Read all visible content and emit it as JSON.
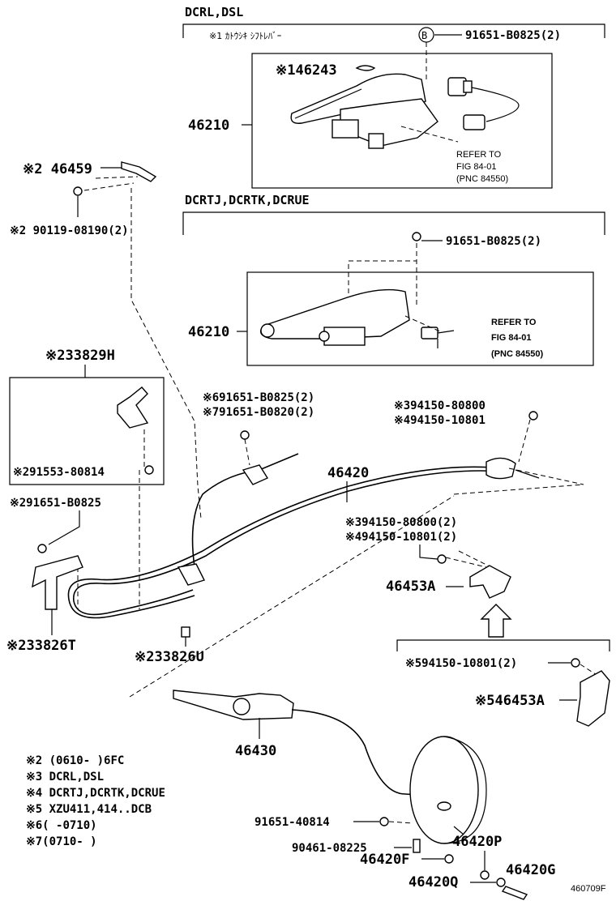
{
  "sections": {
    "dcrl_dsl": "DCRL,DSL",
    "dcrtj": "DCRTJ,DCRTK,DCRUE",
    "jp_note": "※1 ｶﾄｳｼｷ ｼﾌﾄﾚﾊﾞｰ",
    "b_circle": "B"
  },
  "parts": {
    "p91651_b0825_2_top": "91651-B0825(2)",
    "p46243": "※146243",
    "p46210_top": "46210",
    "refer_top": [
      "REFER TO",
      "FIG 84-01",
      "(PNC 84550)"
    ],
    "p46459": "※2 46459",
    "p90119": "※2 90119-08190(2)",
    "p91651_b0825_2_mid": "91651-B0825(2)",
    "p46210_mid": "46210",
    "refer_mid": [
      "REFER TO",
      "FIG 84-01",
      "(PNC 84550)"
    ],
    "p33829h": "※233829H",
    "p91553": "※291553-80814",
    "p91651_6": "※691651-B0825(2)",
    "p91651_7": "※791651-B0820(2)",
    "p94150_3": "※394150-80800",
    "p94150_4": "※494150-10801",
    "p91651_b0825_left": "※291651-B0825",
    "p46420": "46420",
    "p94150_3b": "※394150-80800(2)",
    "p94150_4b": "※494150-10801(2)",
    "p46453a": "46453A",
    "p33826t": "※233826T",
    "p33826u": "※233826U",
    "p94150_5": "※594150-10801(2)",
    "p46453a_5": "※546453A",
    "p46430": "46430",
    "p91651_40814": "91651-40814",
    "p90461": "90461-08225",
    "p46420f": "46420F",
    "p46420p": "46420P",
    "p46420q": "46420Q",
    "p46420g": "46420G"
  },
  "notes": [
    "※2 (0610-     )6FC",
    "※3 DCRL,DSL",
    "※4 DCRTJ,DCRTK,DCRUE",
    "※5 XZU411,414..DCB",
    "※6(     -0710)",
    "※7(0710-     )"
  ],
  "figure_id": "460709F"
}
